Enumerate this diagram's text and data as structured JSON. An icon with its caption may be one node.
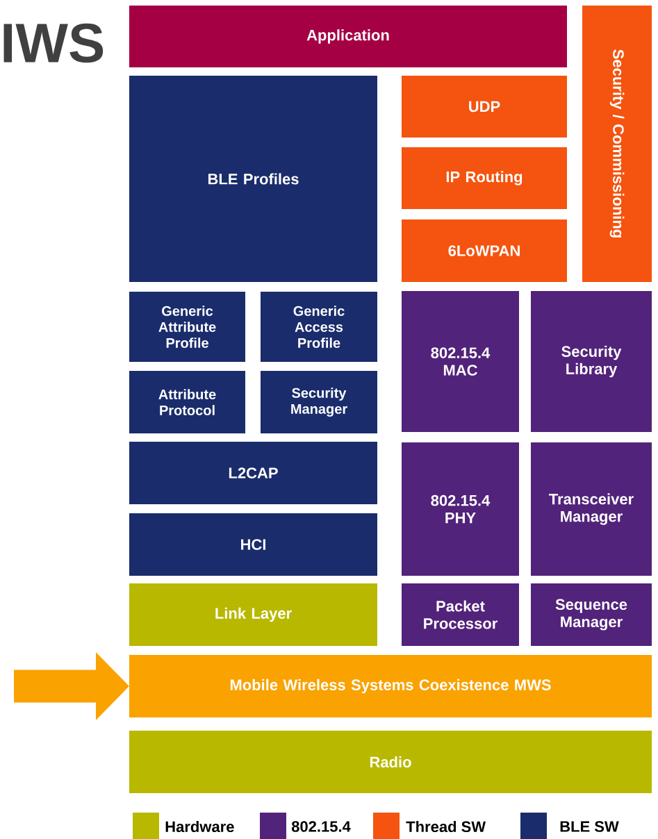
{
  "diagram": {
    "title": "IWS",
    "nodes": [
      {
        "text": [
          "Application"
        ]
      },
      {
        "text": [
          "Security / Commissioning"
        ]
      },
      {
        "text": [
          "BLE Profiles"
        ]
      },
      {
        "text": [
          "UDP"
        ]
      },
      {
        "text": [
          "IP Routing"
        ]
      },
      {
        "text": [
          "6LoWPAN"
        ]
      },
      {
        "text": [
          "Generic Attribute Profile"
        ]
      },
      {
        "text": [
          "Generic Access Profile"
        ]
      },
      {
        "text": [
          "802.15.4 MAC"
        ]
      },
      {
        "text": [
          "Security Library"
        ]
      },
      {
        "text": [
          "Attribute Protocol"
        ]
      },
      {
        "text": [
          "Security Manager"
        ]
      },
      {
        "text": [
          "L2CAP"
        ]
      },
      {
        "text": [
          "802.15.4 PHY"
        ]
      },
      {
        "text": [
          "Transceiver Manager"
        ]
      },
      {
        "text": [
          "HCI"
        ]
      },
      {
        "text": [
          "Link Layer"
        ]
      },
      {
        "text": [
          "Packet Processor"
        ]
      },
      {
        "text": [
          "Sequence Manager"
        ]
      },
      {
        "text": [
          "Mobile Wireless Systems Coexistence MWS"
        ]
      },
      {
        "text": [
          "Radio"
        ]
      }
    ],
    "edges": [
      {
        "from": null,
        "to": 19,
        "arrow": "to"
      }
    ],
    "legend": [
      {
        "text": "Hardware",
        "color": "#b8b800"
      },
      {
        "text": "802.15.4",
        "color": "#52237a"
      },
      {
        "text": "Thread SW",
        "color": "#f4540f"
      },
      {
        "text": "BLE SW",
        "color": "#1a2c6b"
      }
    ]
  }
}
